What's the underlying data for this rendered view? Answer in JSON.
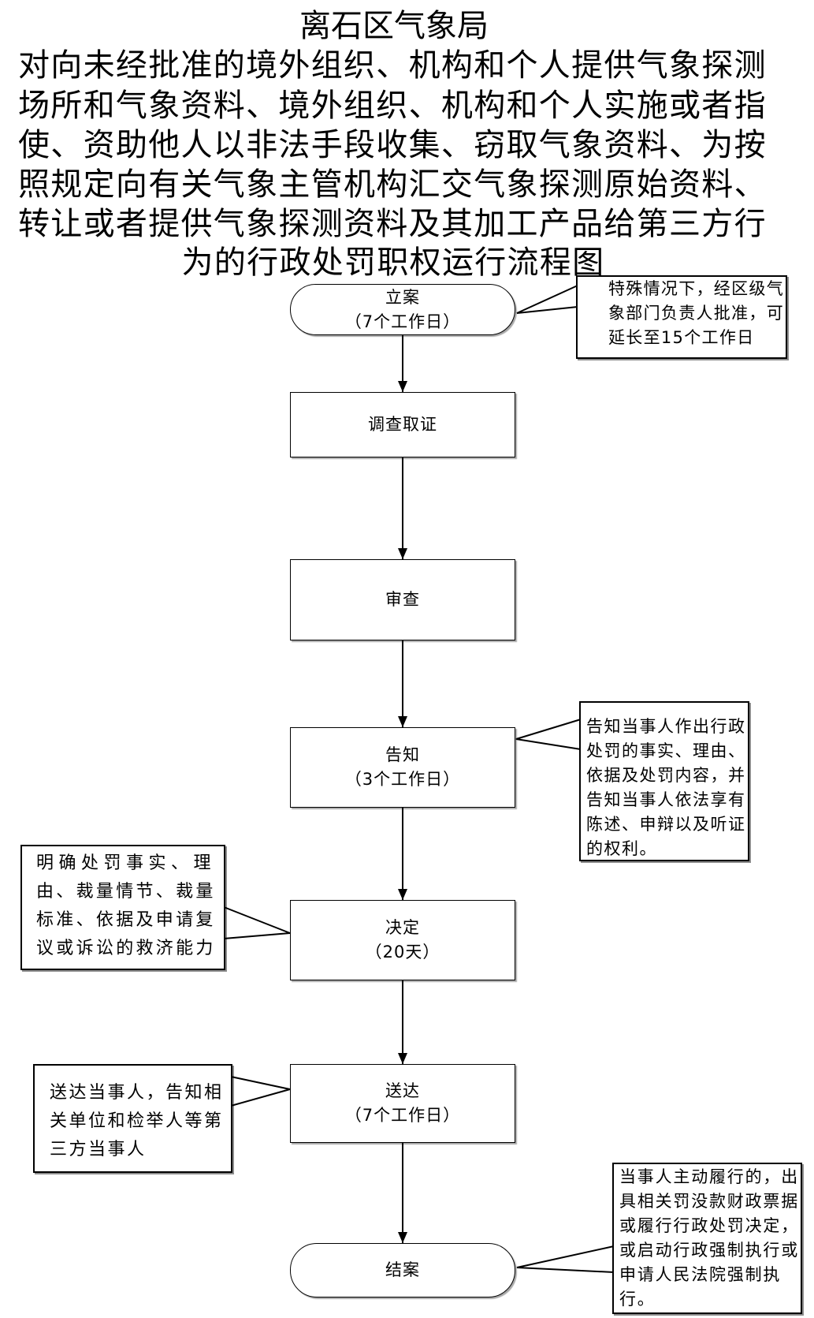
{
  "title": {
    "org": "离石区气象局",
    "lines": [
      "对向未经批准的境外组织、机构和个人提供气象探测",
      "场所和气象资料、境外组织、机构和个人实施或者指",
      "使、资助他人以非法手段收集、窃取气象资料、为按",
      "照规定向有关气象主管机构汇交气象探测原始资料、",
      "转让或者提供气象探测资料及其加工产品给第三方行",
      "为的行政处罚职权运行流程图"
    ]
  },
  "nodes": {
    "filing": {
      "label": "立案",
      "duration": "（7个工作日）"
    },
    "investigation": {
      "label": "调查取证"
    },
    "review": {
      "label": "审查"
    },
    "notification": {
      "label": "告知",
      "duration": "（3个工作日）"
    },
    "decision": {
      "label": "决定",
      "duration": "（20天）"
    },
    "delivery": {
      "label": "送达",
      "duration": "（7个工作日）"
    },
    "closing": {
      "label": "结案"
    }
  },
  "notes": {
    "filing": [
      "特殊情况下，经区级气",
      "象部门负责人批准，可",
      "延长至15个工作日"
    ],
    "notification": [
      "告知当事人作出行政",
      "处罚的事实、理由、",
      "依据及处罚内容，并",
      "告知当事人依法享有",
      "陈述、申辩以及听证",
      "的权利。"
    ],
    "decision": [
      "明确处罚事实、理",
      "由、裁量情节、裁量",
      "标准、依据及申请复",
      "议或诉讼的救济能力"
    ],
    "delivery": [
      "送达当事人，告知相",
      "关单位和检举人等第",
      "三方当事人"
    ],
    "closing": [
      "当事人主动履行的，出",
      "具相关罚没款财政票据",
      "或履行行政处罚决定，",
      "或启动行政强制执行或",
      "申请人民法院强制执",
      "行。"
    ]
  }
}
